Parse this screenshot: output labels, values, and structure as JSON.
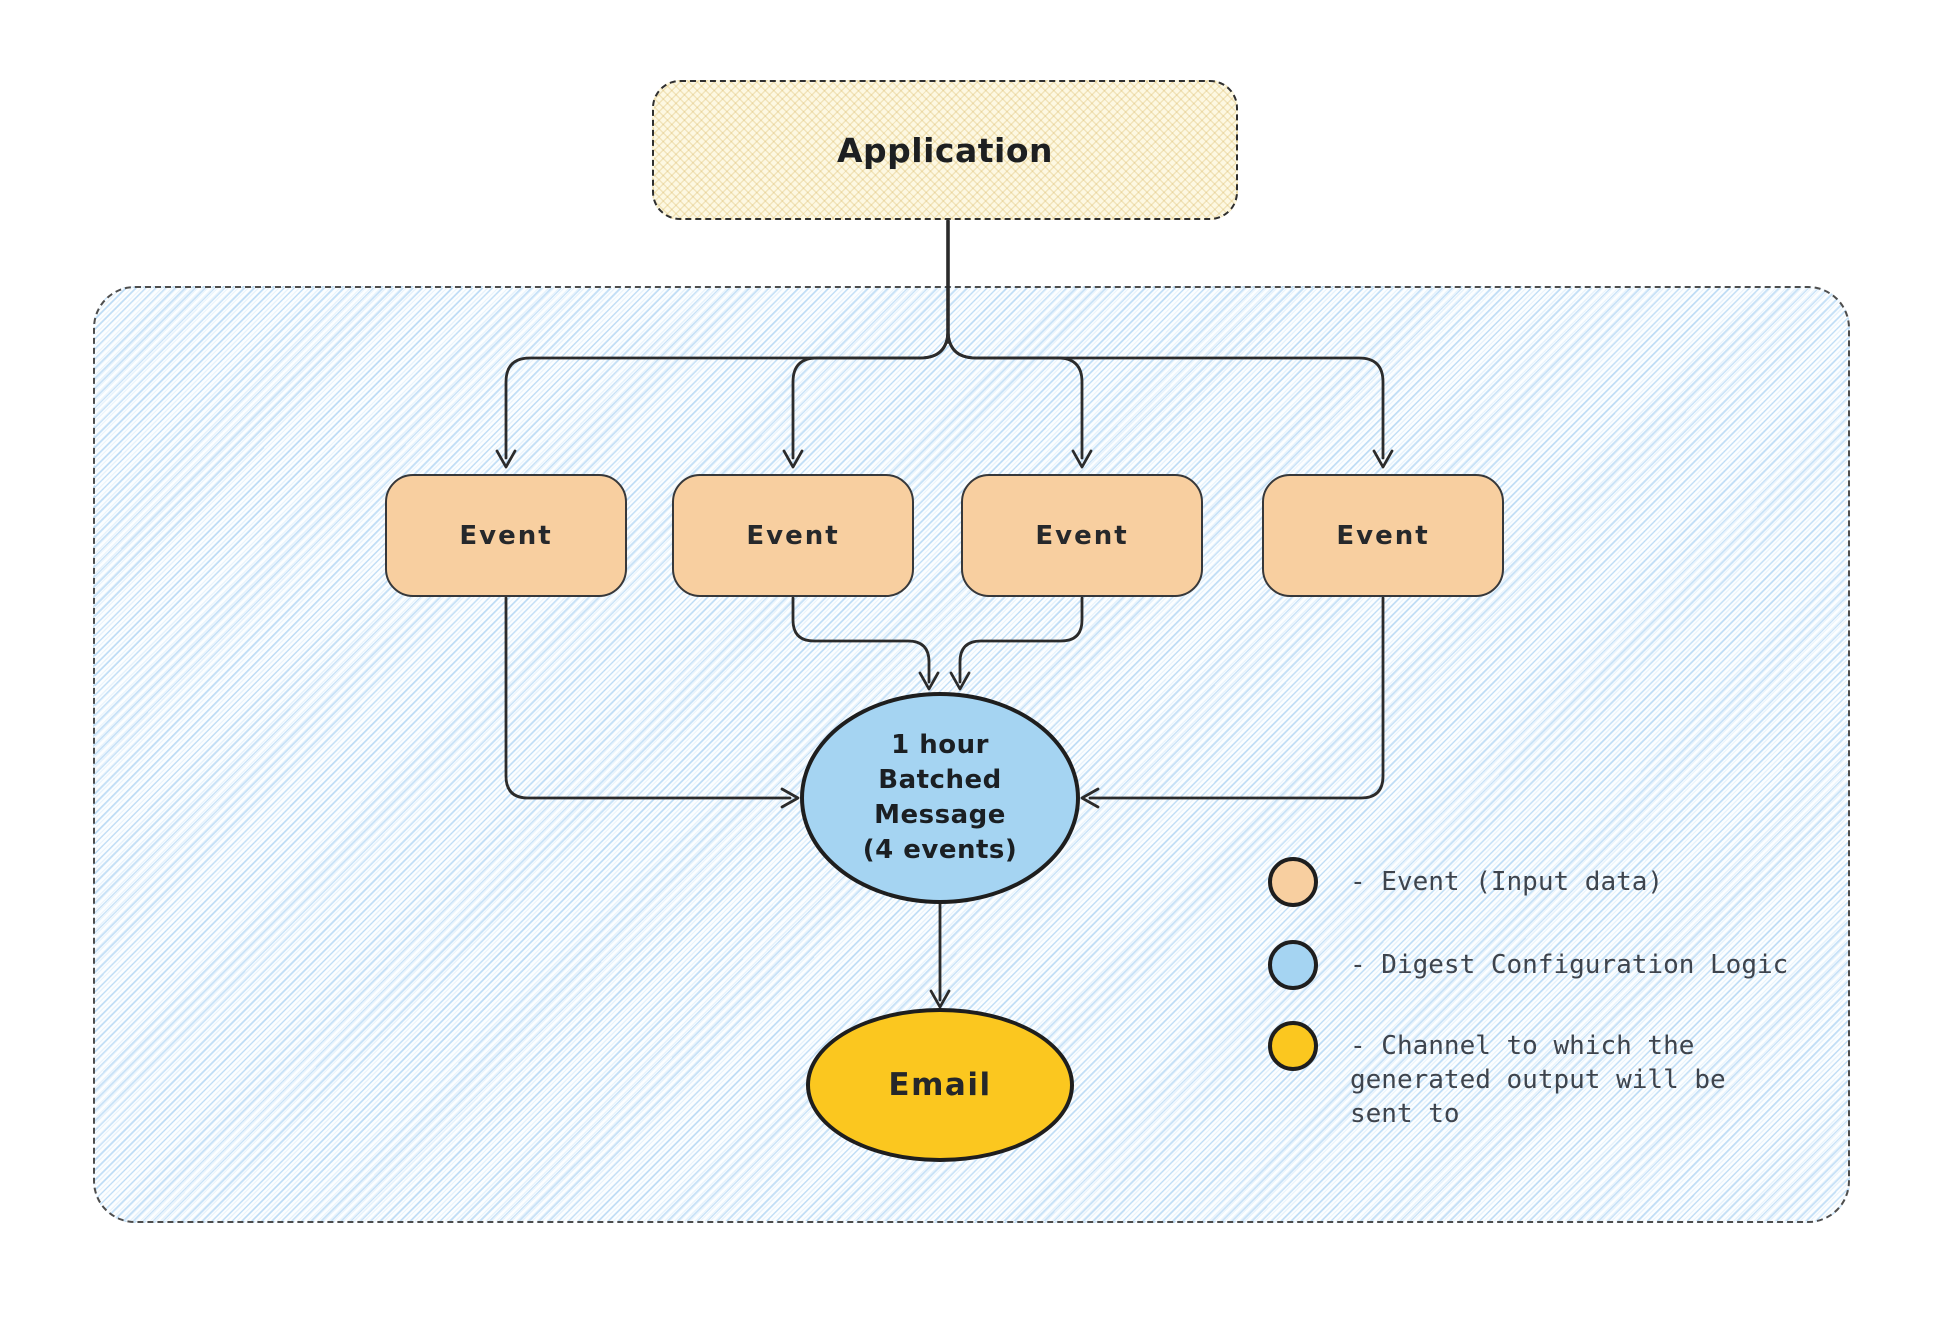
{
  "nodes": {
    "application": {
      "label": "Application"
    },
    "events": [
      {
        "label": "Event"
      },
      {
        "label": "Event"
      },
      {
        "label": "Event"
      },
      {
        "label": "Event"
      }
    ],
    "digest": {
      "lines": [
        "1 hour",
        "Batched",
        "Message",
        "(4 events)"
      ]
    },
    "channel": {
      "label": "Email"
    }
  },
  "legend": {
    "items": [
      {
        "color": "#f8cfa0",
        "lines": [
          "- Event (Input data)",
          "",
          ""
        ]
      },
      {
        "color": "#a5d4f2",
        "lines": [
          "- Digest Configuration Logic",
          "",
          ""
        ]
      },
      {
        "color": "#fbc71f",
        "lines": [
          "- Channel to which the",
          "generated output will be",
          "sent to"
        ]
      }
    ]
  },
  "colors": {
    "application_fill": "#fdf8e2",
    "event_fill": "#f8cfa0",
    "digest_fill": "#a5d4f2",
    "channel_fill": "#fbc71f",
    "arrow": "#2b2b2b",
    "container_hatch": "#92c4ee",
    "legend_text": "#3e444d"
  }
}
